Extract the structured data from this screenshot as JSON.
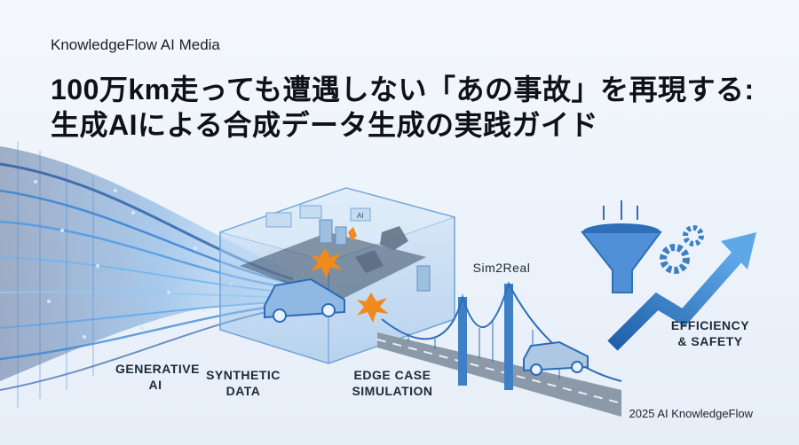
{
  "header": {
    "media_name": "KnowledgeFlow AI Media"
  },
  "title": {
    "line1": "100万km走っても遭遇しない「あの事故」を再現する:",
    "line2": "生成AIによる合成データ生成の実践ガイド"
  },
  "labels": {
    "generative_ai_line1": "GENERATIVE",
    "generative_ai_line2": "AI",
    "synthetic_data_line1": "SYNTHETIC",
    "synthetic_data_line2": "DATA",
    "edge_case_line1": "EDGE CASE",
    "edge_case_line2": "SIMULATION",
    "sim2real": "Sim2Real",
    "efficiency_line1": "EFFICIENCY",
    "efficiency_line2": "& SAFETY",
    "cube_panel_text": "AI"
  },
  "footer": {
    "copyright": "2025 AI KnowledgeFlow"
  },
  "colors": {
    "primary_blue": "#1f5fa8",
    "accent_orange": "#f08a1c",
    "bg": "#eef4fb",
    "wave_blue": "#2f7fd0"
  },
  "icons": [
    "data-wave-graphic",
    "holographic-cube",
    "car-icon",
    "crash-burst-icon",
    "suspension-bridge",
    "funnel-icon",
    "gear-icon",
    "upward-arrow-icon"
  ]
}
